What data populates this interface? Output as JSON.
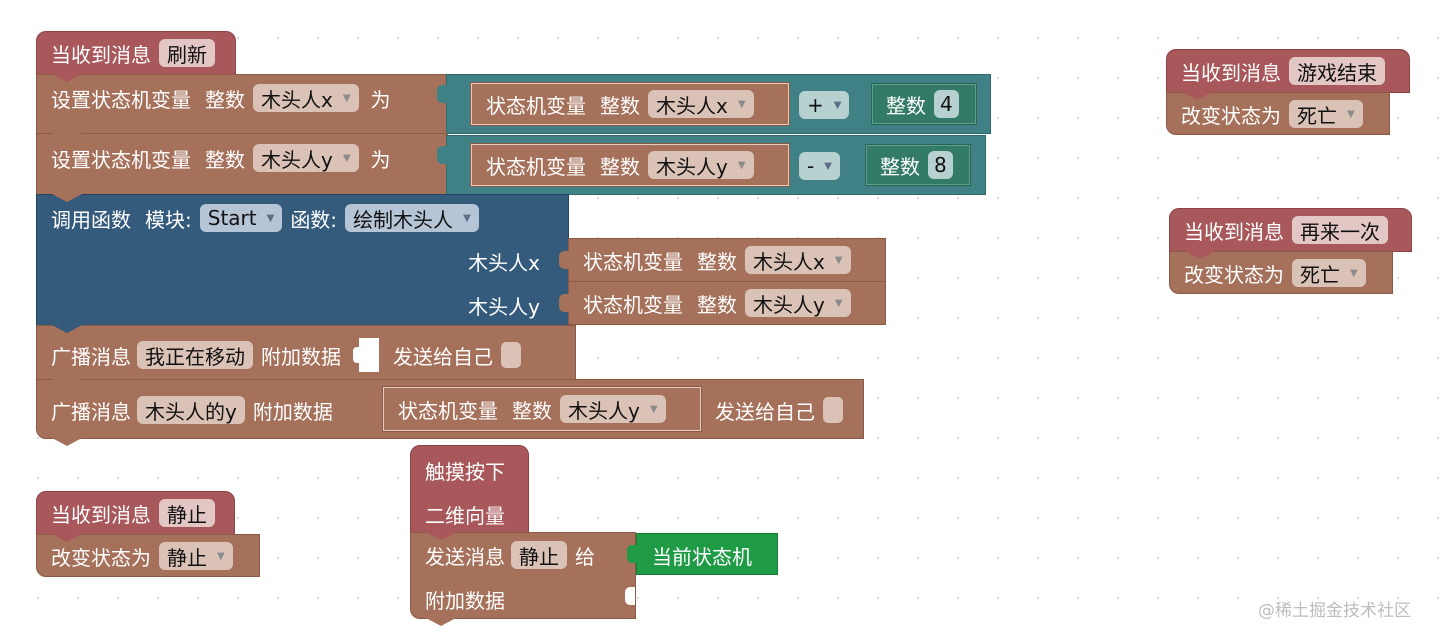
{
  "colors": {
    "event_hat": "#a8575a",
    "statement": "#a5715b",
    "function_call": "#345a7c",
    "math": "#3f8184",
    "integer": "#347b67",
    "state_machine": "#1f9a45",
    "field_bg": "#dbc2b6"
  },
  "stack_main": {
    "hat": {
      "label": "当收到消息",
      "message": "刷新"
    },
    "set1": {
      "label": "设置状态机变量",
      "type": "整数",
      "var": "木头人x",
      "to": "为",
      "expr": {
        "getter_label": "状态机变量",
        "type": "整数",
        "var": "木头人x",
        "op": "+",
        "int_label": "整数",
        "int_value": "4"
      }
    },
    "set2": {
      "label": "设置状态机变量",
      "type": "整数",
      "var": "木头人y",
      "to": "为",
      "expr": {
        "getter_label": "状态机变量",
        "type": "整数",
        "var": "木头人y",
        "op": "-",
        "int_label": "整数",
        "int_value": "8"
      }
    },
    "call": {
      "label": "调用函数",
      "module_label": "模块:",
      "module": "Start",
      "func_label": "函数:",
      "func": "绘制木头人",
      "args": [
        {
          "name": "木头人x",
          "getter_label": "状态机变量",
          "type": "整数",
          "var": "木头人x"
        },
        {
          "name": "木头人y",
          "getter_label": "状态机变量",
          "type": "整数",
          "var": "木头人y"
        }
      ]
    },
    "broadcast1": {
      "label": "广播消息",
      "message": "我正在移动",
      "data_label": "附加数据",
      "self_label": "发送给自己"
    },
    "broadcast2": {
      "label": "广播消息",
      "message": "木头人的y",
      "data_label": "附加数据",
      "getter_label": "状态机变量",
      "type": "整数",
      "var": "木头人y",
      "self_label": "发送给自己"
    }
  },
  "stack_still": {
    "hat_label": "当收到消息",
    "message": "静止",
    "change_label": "改变状态为",
    "state": "静止"
  },
  "stack_touch": {
    "hat_label": "触摸按下",
    "hat_sub": "二维向量",
    "send_label": "发送消息",
    "message": "静止",
    "to": "给",
    "target": "当前状态机",
    "data_label": "附加数据"
  },
  "stack_gameover": {
    "hat_label": "当收到消息",
    "message": "游戏结束",
    "change_label": "改变状态为",
    "state": "死亡"
  },
  "stack_retry": {
    "hat_label": "当收到消息",
    "message": "再来一次",
    "change_label": "改变状态为",
    "state": "死亡"
  },
  "watermark": "@稀土掘金技术社区"
}
